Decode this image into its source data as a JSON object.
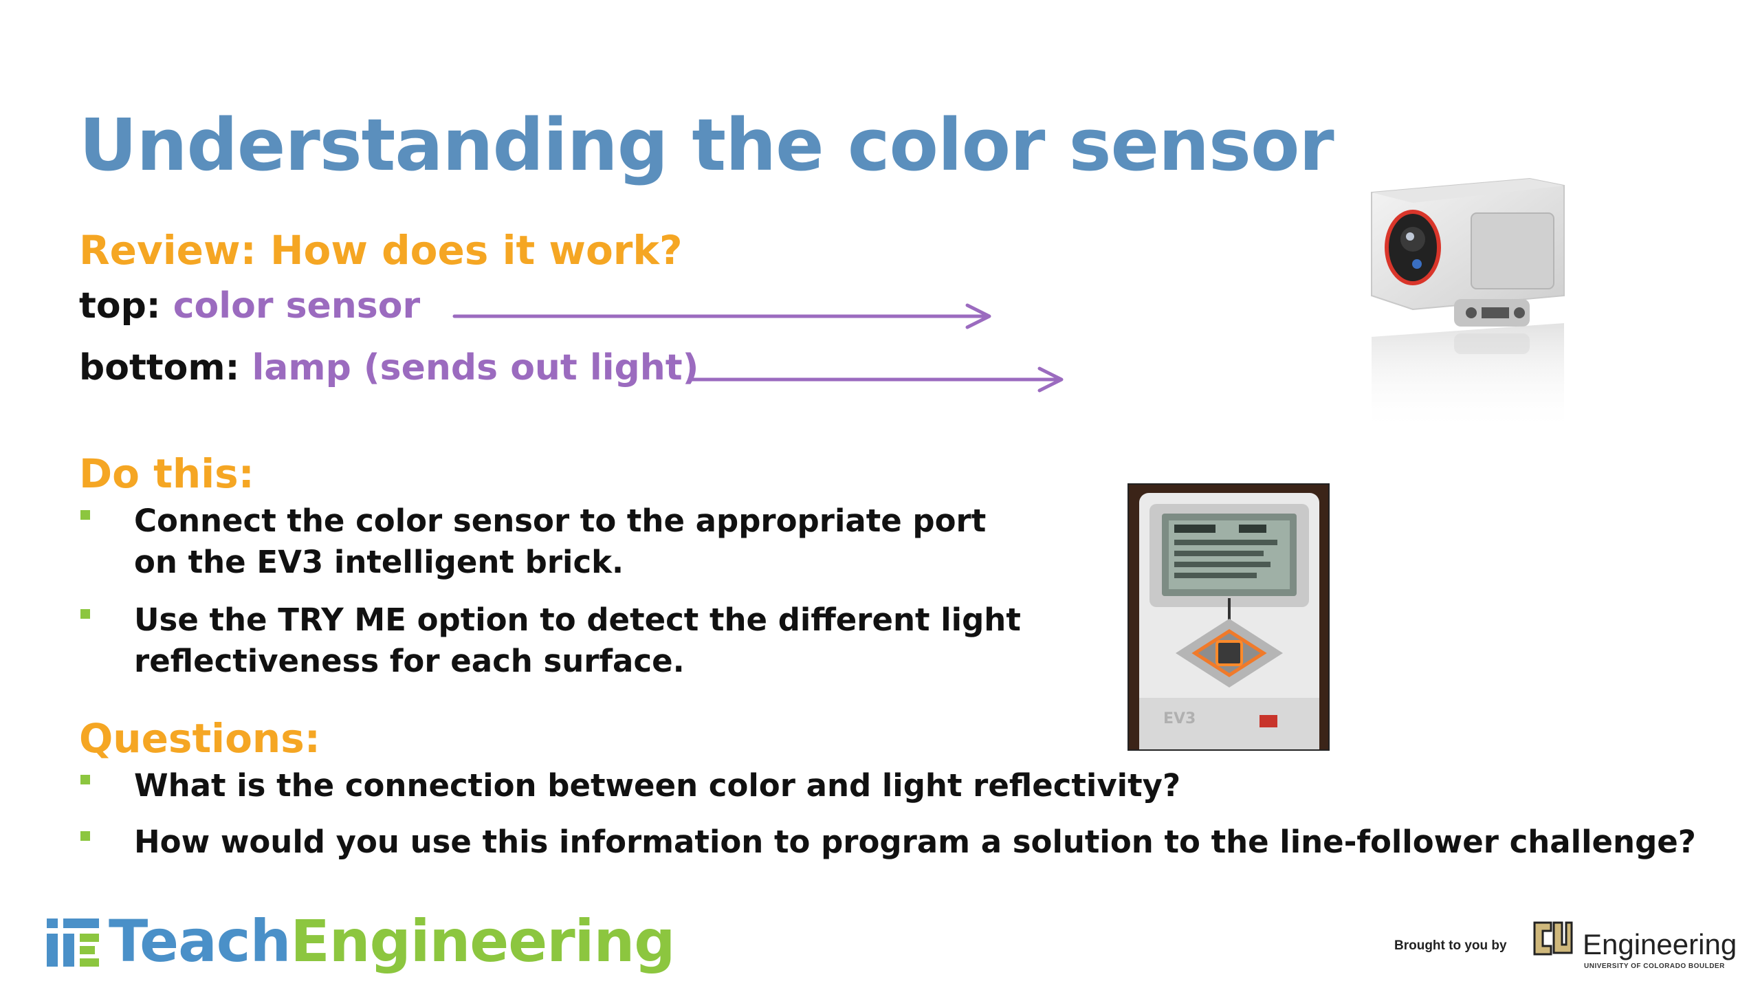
{
  "slide": {
    "title": "Understanding the color sensor"
  },
  "review": {
    "heading": "Review: How does it work?",
    "top_label": "top:",
    "top_value": "color sensor",
    "bottom_label": "bottom:",
    "bottom_value": "lamp (sends out light)"
  },
  "do_this": {
    "heading": "Do this:",
    "items": [
      "Connect the color sensor to the appropriate port on the EV3 intelligent brick.",
      "Use the TRY ME option to detect the different light reflectiveness for each surface."
    ]
  },
  "questions": {
    "heading": "Questions:",
    "items": [
      "What is the connection between color and light reflectivity?",
      "How would you use this information to program a solution to the line-follower challenge?"
    ]
  },
  "brick": {
    "label": "EV3"
  },
  "footer": {
    "logo_teach": "Teach",
    "logo_engineering": "Engineering",
    "brought_by": "Brought to you by",
    "cu_engineering": "Engineering",
    "cu_subtitle": "UNIVERSITY OF COLORADO BOULDER"
  },
  "colors": {
    "title_blue": "#5b8fbd",
    "heading_orange": "#f5a623",
    "accent_purple": "#9b6bbf",
    "bullet_green": "#8cc63f",
    "teach_blue": "#4a90c8",
    "engineering_green": "#8cc63f"
  }
}
